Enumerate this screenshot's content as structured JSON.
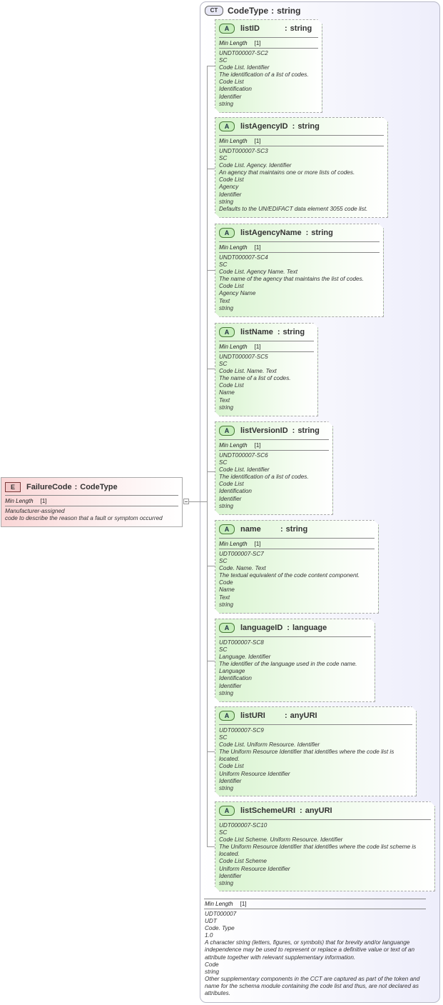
{
  "element": {
    "badge": "E",
    "name": "FailureCode",
    "colon": ":",
    "type": "CodeType",
    "facet_label": "Min Length",
    "facet_value": "[1]",
    "doc": [
      "Manufacturer-assigned",
      "code to describe the reason that a fault or symptom occurred"
    ]
  },
  "complex_type": {
    "badge": "CT",
    "name": "CodeType",
    "colon": ":",
    "type": "string",
    "facet_label": "Min Length",
    "facet_value": "[1]",
    "doc": [
      "UDT000007",
      "UDT",
      "Code. Type",
      "1.0",
      "A character string (letters, figures, or symbols) that for brevity and/or languange independence may be used to represent or replace a definitive value or text of an attribute together with relevant supplementary information.",
      "Code",
      "string",
      "Other supplementary components in the CCT are captured as part of the token and name for the schema module containing the code list and thus, are not declared as attributes."
    ]
  },
  "attributes": [
    {
      "badge": "A",
      "name": "listID",
      "colon": ":",
      "type": "string",
      "facet_label": "Min Length",
      "facet_value": "[1]",
      "doc": [
        "UNDT000007-SC2",
        "SC",
        "Code List. Identifier",
        "The identification of a list of codes.",
        "Code List",
        "Identification",
        "Identifier",
        "string"
      ]
    },
    {
      "badge": "A",
      "name": "listAgencyID",
      "colon": ":",
      "type": "string",
      "facet_label": "Min Length",
      "facet_value": "[1]",
      "doc": [
        "UNDT000007-SC3",
        "SC",
        "Code List. Agency. Identifier",
        "An agency that maintains one or more lists of codes.",
        "Code List",
        "Agency",
        "Identifier",
        "string",
        "Defaults to the UN/EDIFACT data element 3055 code list."
      ]
    },
    {
      "badge": "A",
      "name": "listAgencyName",
      "colon": ":",
      "type": "string",
      "facet_label": "Min Length",
      "facet_value": "[1]",
      "doc": [
        "UNDT000007-SC4",
        "SC",
        "Code List. Agency Name. Text",
        "The name of the agency that maintains the list of codes.",
        "Code List",
        "Agency Name",
        "Text",
        "string"
      ]
    },
    {
      "badge": "A",
      "name": "listName",
      "colon": ":",
      "type": "string",
      "facet_label": "Min Length",
      "facet_value": "[1]",
      "doc": [
        "UNDT000007-SC5",
        "SC",
        "Code List. Name. Text",
        "The name of a list of codes.",
        "Code List",
        "Name",
        "Text",
        "string"
      ]
    },
    {
      "badge": "A",
      "name": "listVersionID",
      "colon": ":",
      "type": "string",
      "facet_label": "Min Length",
      "facet_value": "[1]",
      "doc": [
        "UNDT000007-SC6",
        "SC",
        "Code List. Identifier",
        "The identification of a list of codes.",
        "Code List",
        "Identification",
        "Identifier",
        "string"
      ]
    },
    {
      "badge": "A",
      "name": "name",
      "colon": ":",
      "type": "string",
      "facet_label": "Min Length",
      "facet_value": "[1]",
      "doc": [
        "UDT000007-SC7",
        "SC",
        "Code. Name. Text",
        "The textual equivalent of the code content component.",
        "Code",
        "Name",
        "Text",
        "string"
      ]
    },
    {
      "badge": "A",
      "name": "languageID",
      "colon": ":",
      "type": "language",
      "doc": [
        "UDT000007-SC8",
        "SC",
        "Language. Identifier",
        "The identifier of the language used in the code name.",
        "Language",
        "Identification",
        "Identifier",
        "string"
      ]
    },
    {
      "badge": "A",
      "name": "listURI",
      "colon": ":",
      "type": "anyURI",
      "doc": [
        "UDT000007-SC9",
        "SC",
        "Code List. Uniform Resource. Identifier",
        "The Uniform Resource Identifier that identifies where the code list is located.",
        "Code List",
        "Uniform Resource Identifier",
        "Identifier",
        "string"
      ]
    },
    {
      "badge": "A",
      "name": "listSchemeURI",
      "colon": ":",
      "type": "anyURI",
      "doc": [
        "UDT000007-SC10",
        "SC",
        "Code List Scheme. Uniform Resource. Identifier",
        "The Uniform Resource Identifier that identifies where the code list scheme is located.",
        "Code List Scheme",
        "Uniform Resource Identifier",
        "Identifier",
        "string"
      ]
    }
  ]
}
